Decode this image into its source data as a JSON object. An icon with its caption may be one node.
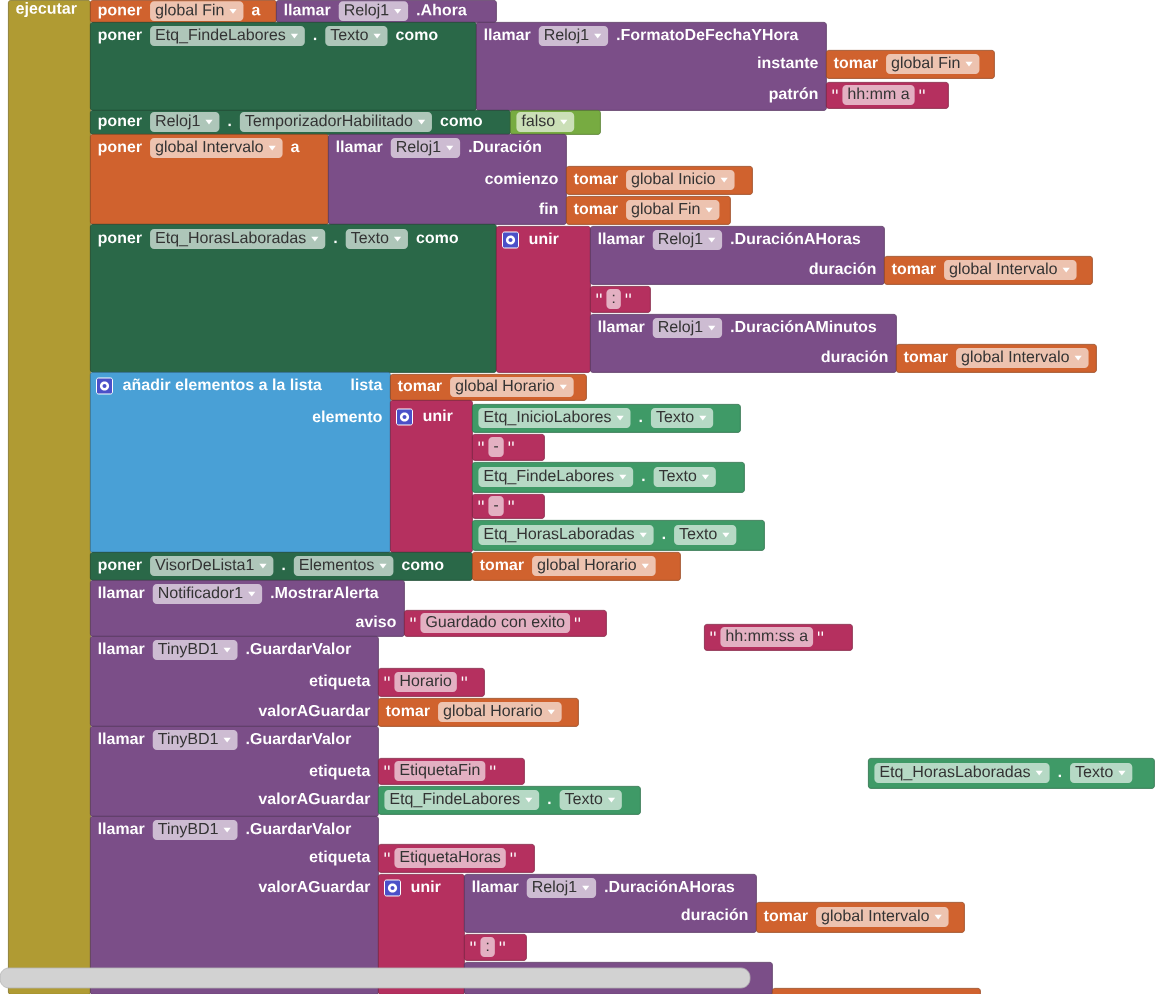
{
  "diagram": {
    "nodes": [
      {
        "text": [
          "ejecutar"
        ]
      },
      {
        "text": [
          "poner",
          "global Fin",
          "a"
        ]
      },
      {
        "text": [
          "llamar",
          "Reloj1",
          ".Ahora"
        ]
      },
      {
        "text": [
          "poner",
          "Etq_FindeLabores",
          ".",
          "Texto",
          "como"
        ]
      },
      {
        "text": [
          "llamar",
          "Reloj1",
          ".FormatoDeFechaYHora",
          "instante",
          "patrón"
        ]
      },
      {
        "text": [
          "tomar",
          "global Fin"
        ]
      },
      {
        "text": [
          "hh:mm a"
        ]
      },
      {
        "text": [
          "poner",
          "Reloj1",
          ".",
          "TemporizadorHabilitado",
          "como"
        ]
      },
      {
        "text": [
          "falso"
        ]
      },
      {
        "text": [
          "poner",
          "global Intervalo",
          "a"
        ]
      },
      {
        "text": [
          "llamar",
          "Reloj1",
          ".Duración",
          "comienzo",
          "fin"
        ]
      },
      {
        "text": [
          "tomar",
          "global Inicio"
        ]
      },
      {
        "text": [
          "tomar",
          "global Fin"
        ]
      },
      {
        "text": [
          "poner",
          "Etq_HorasLaboradas",
          ".",
          "Texto",
          "como"
        ]
      },
      {
        "text": [
          "unir"
        ]
      },
      {
        "text": [
          "llamar",
          "Reloj1",
          ".DuraciónAHoras",
          "duración"
        ]
      },
      {
        "text": [
          "tomar",
          "global Intervalo"
        ]
      },
      {
        "text": [
          ":"
        ]
      },
      {
        "text": [
          "llamar",
          "Reloj1",
          ".DuraciónAMinutos",
          "duración"
        ]
      },
      {
        "text": [
          "tomar",
          "global Intervalo"
        ]
      },
      {
        "text": [
          "añadir elementos a la lista",
          "lista",
          "elemento"
        ]
      },
      {
        "text": [
          "tomar",
          "global Horario"
        ]
      },
      {
        "text": [
          "unir"
        ]
      },
      {
        "text": [
          "Etq_InicioLabores",
          ".",
          "Texto"
        ]
      },
      {
        "text": [
          "-"
        ]
      },
      {
        "text": [
          "Etq_FindeLabores",
          ".",
          "Texto"
        ]
      },
      {
        "text": [
          "-"
        ]
      },
      {
        "text": [
          "Etq_HorasLaboradas",
          ".",
          "Texto"
        ]
      },
      {
        "text": [
          "poner",
          "VisorDeLista1",
          ".",
          "Elementos",
          "como"
        ]
      },
      {
        "text": [
          "tomar",
          "global Horario"
        ]
      },
      {
        "text": [
          "llamar",
          "Notificador1",
          ".MostrarAlerta",
          "aviso"
        ]
      },
      {
        "text": [
          "Guardado con exito"
        ]
      },
      {
        "text": [
          "llamar",
          "TinyBD1",
          ".GuardarValor",
          "etiqueta",
          "valorAGuardar"
        ]
      },
      {
        "text": [
          "Horario"
        ]
      },
      {
        "text": [
          "tomar",
          "global Horario"
        ]
      },
      {
        "text": [
          "llamar",
          "TinyBD1",
          ".GuardarValor",
          "etiqueta",
          "valorAGuardar"
        ]
      },
      {
        "text": [
          "EtiquetaFin"
        ]
      },
      {
        "text": [
          "Etq_FindeLabores",
          ".",
          "Texto"
        ]
      },
      {
        "text": [
          "llamar",
          "TinyBD1",
          ".GuardarValor",
          "etiqueta",
          "valorAGuardar"
        ]
      },
      {
        "text": [
          "EtiquetaHoras"
        ]
      },
      {
        "text": [
          "unir"
        ]
      },
      {
        "text": [
          "llamar",
          "Reloj1",
          ".DuraciónAHoras",
          "duración"
        ]
      },
      {
        "text": [
          "tomar",
          "global Intervalo"
        ]
      },
      {
        "text": [
          ":"
        ]
      },
      {
        "text": [],
        "shape": "box"
      },
      {
        "text": [],
        "shape": "box"
      },
      {
        "text": [
          "hh:mm:ss a"
        ]
      },
      {
        "text": [
          "Etq_HorasLaboradas",
          ".",
          "Texto"
        ]
      }
    ]
  }
}
